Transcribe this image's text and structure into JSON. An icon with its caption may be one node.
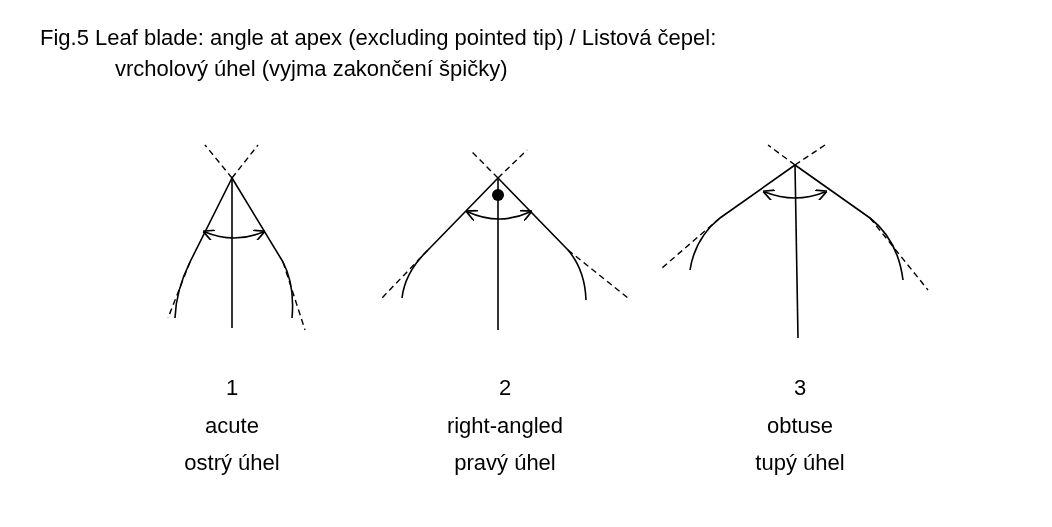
{
  "diagram": {
    "title": "Fig.5 Leaf blade: angle at apex (excluding pointed tip) / Listová čepel: vrcholový úhel (vyjma zakončení špičky)",
    "labels": [
      "1",
      "acute",
      "ostrý úhel",
      "2",
      "right-angled",
      "pravý úhel",
      "3",
      "obtuse",
      "tupý úhel"
    ]
  }
}
